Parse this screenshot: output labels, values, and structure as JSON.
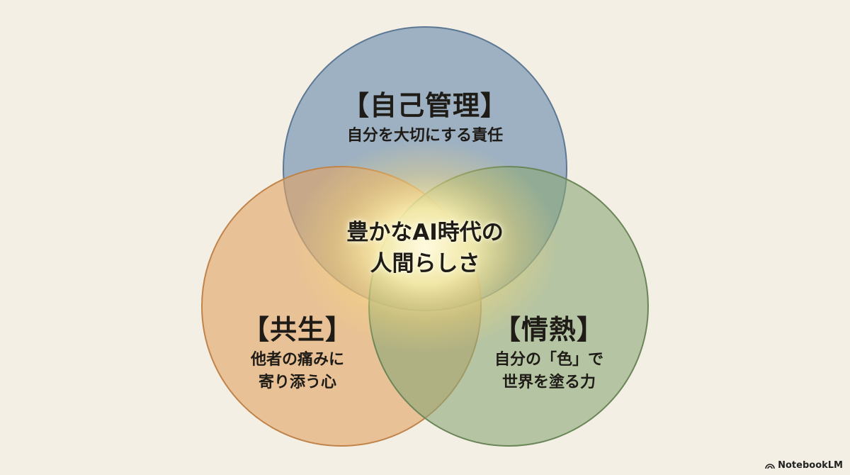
{
  "diagram": {
    "top": {
      "heading": "【自己管理】",
      "desc": "自分を大切にする責任",
      "fill": "#7d98b4",
      "stroke": "#5d7894"
    },
    "left": {
      "heading": "【共生】",
      "desc_line1": "他者の痛みに",
      "desc_line2": "寄り添う心",
      "fill": "#e0a466",
      "stroke": "#c0844a"
    },
    "right": {
      "heading": "【情熱】",
      "desc_line1": "自分の「色」で",
      "desc_line2": "世界を塗る力",
      "fill": "#8aa676",
      "stroke": "#6a8658"
    },
    "center": {
      "line1": "豊かなAI時代の",
      "line2": "人間らしさ",
      "glow": "#fff3b0"
    }
  },
  "brand": {
    "name": "NotebookLM"
  }
}
